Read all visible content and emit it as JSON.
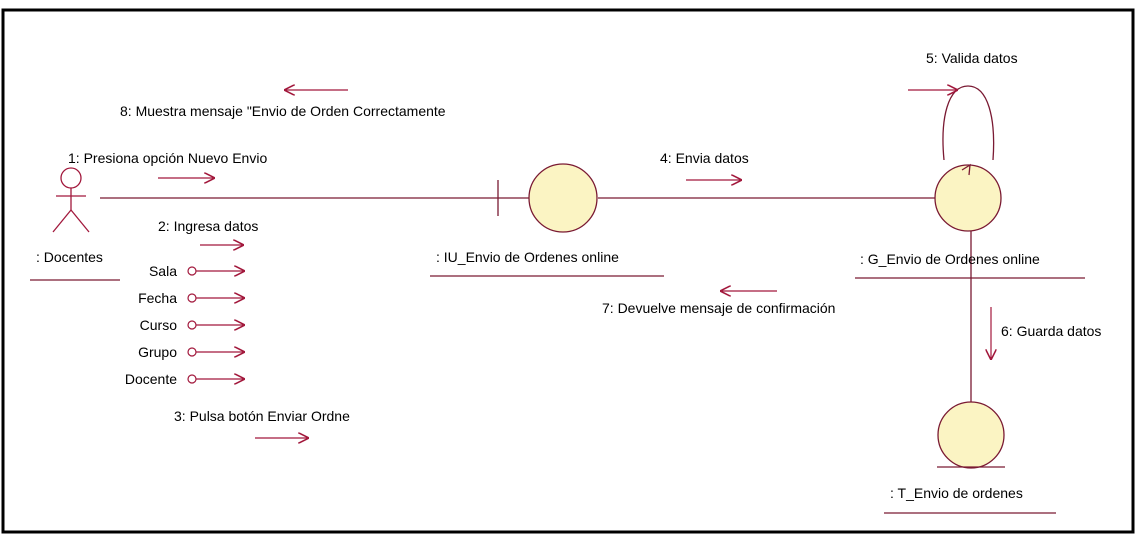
{
  "diagram": {
    "actor": {
      "name": ": Docentes"
    },
    "objects": {
      "boundary": ": IU_Envio de Ordenes online",
      "control": ": G_Envio de Ordenes online",
      "entity": ": T_Envio de ordenes"
    },
    "messages": {
      "m1": "1: Presiona opción Nuevo Envio",
      "m2": "2: Ingresa datos",
      "m3": "3: Pulsa botón Enviar Ordne",
      "m4": "4: Envia datos",
      "m5": "5: Valida datos",
      "m6": "6: Guarda datos",
      "m7": "7: Devuelve mensaje de confirmación",
      "m8": "8: Muestra mensaje \"Envio de Orden Correctamente"
    },
    "data_params": [
      "Sala",
      "Fecha",
      "Curso",
      "Grupo",
      "Docente"
    ],
    "colors": {
      "line": "#7a1a33",
      "arrow": "#a2183c",
      "object_fill": "#fbf4c3"
    }
  }
}
